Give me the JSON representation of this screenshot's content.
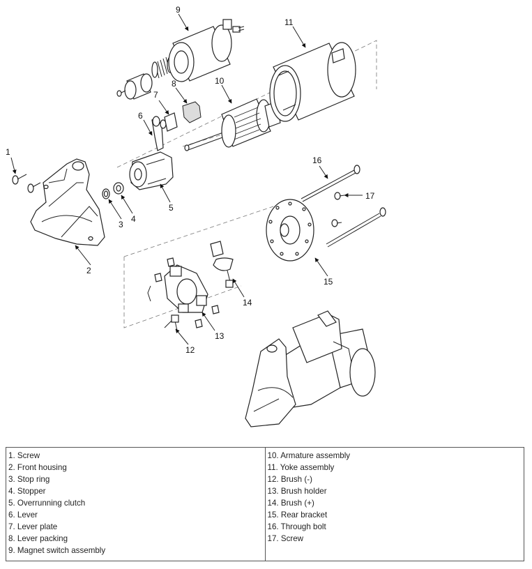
{
  "callouts": [
    "1",
    "2",
    "3",
    "4",
    "5",
    "6",
    "7",
    "8",
    "9",
    "10",
    "11",
    "12",
    "13",
    "14",
    "15",
    "16",
    "17"
  ],
  "legend": {
    "left": [
      "1. Screw",
      "2. Front housing",
      "3. Stop ring",
      "4. Stopper",
      "5. Overrunning clutch",
      "6. Lever",
      "7. Lever plate",
      "8. Lever packing",
      "9. Magnet switch assembly"
    ],
    "right": [
      "10. Armature assembly",
      "11. Yoke assembly",
      "12. Brush (-)",
      "13. Brush holder",
      "14. Brush (+)",
      "15. Rear bracket",
      "16. Through bolt",
      "17. Screw"
    ]
  }
}
